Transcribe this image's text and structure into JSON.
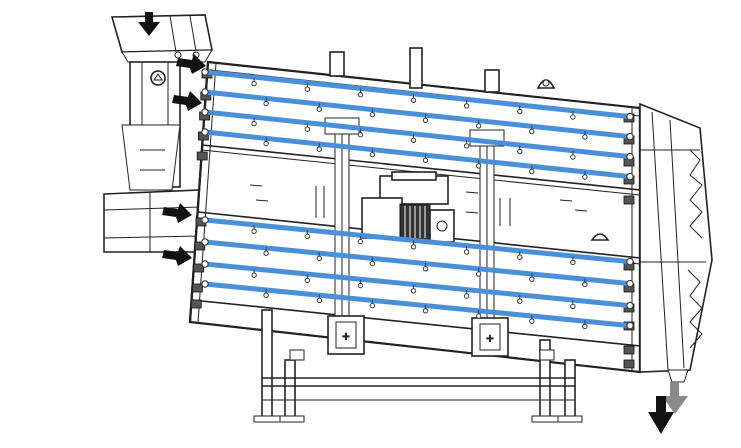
{
  "diagram": {
    "kind": "multi-deck vibrating screen, side elevation",
    "colors": {
      "screen_line": "#4a90d9",
      "screen_nodes": "#3a3a3a",
      "outline": "#222222",
      "flow_arrow": "#111111",
      "discharge_arrow_shadow": "#8a8a8a"
    },
    "decks": {
      "upper_count": 4,
      "lower_count": 4,
      "upper_slopes": [
        0.105,
        0.105,
        0.105,
        0.105
      ],
      "lower_slopes": [
        0.098,
        0.098,
        0.098,
        0.098
      ]
    },
    "icons": {
      "feed_arrow": "arrow-down-icon",
      "inlet_arrows": "arrow-right-icon",
      "discharge_arrow": "arrow-down-icon",
      "motor": "motor-icon",
      "spring_mounts": "spring-mount-icon"
    }
  }
}
